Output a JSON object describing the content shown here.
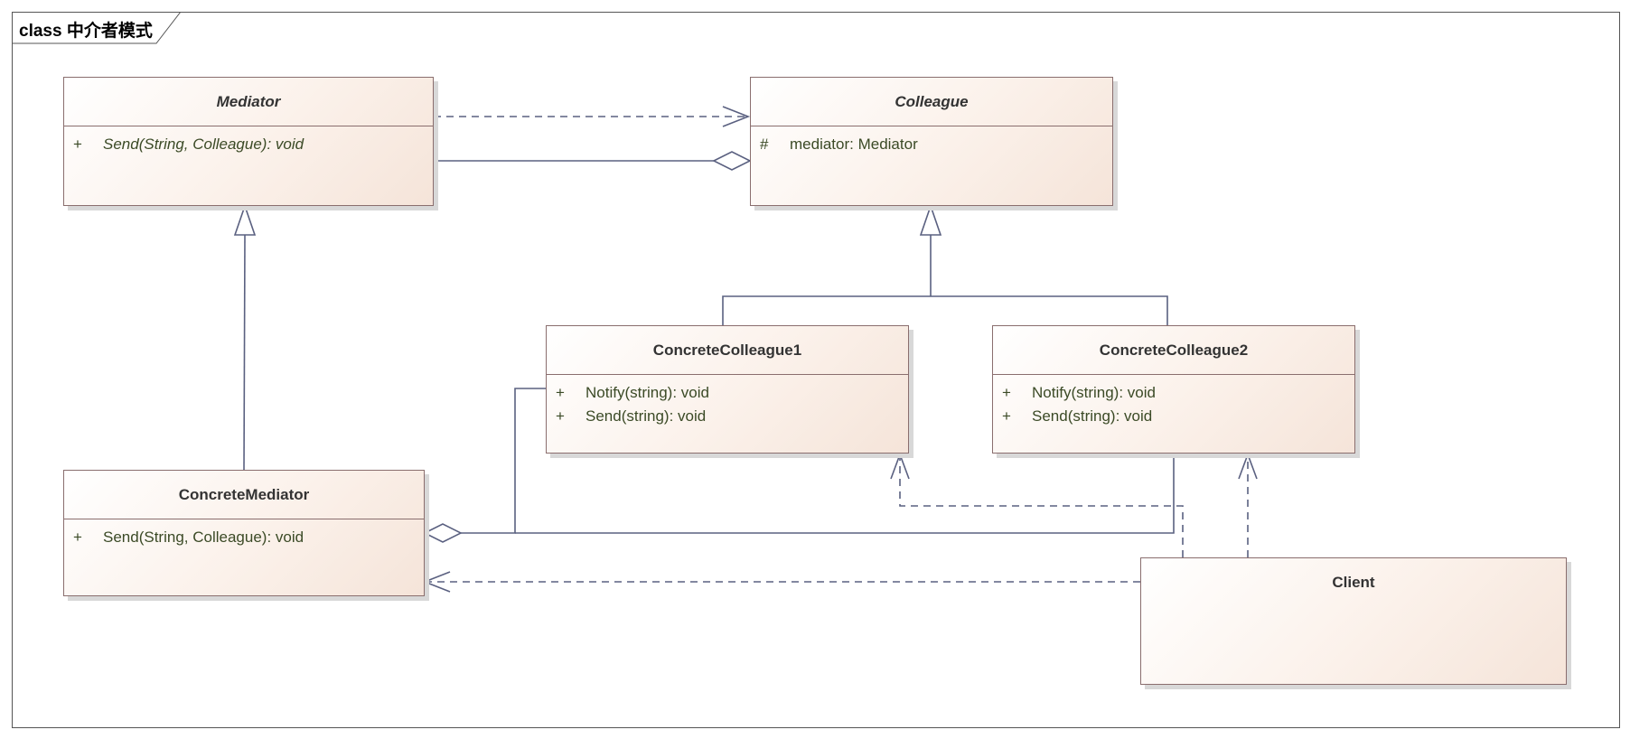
{
  "diagram": {
    "frame_label": "class 中介者模式",
    "line_color": "#5a6080",
    "classes": {
      "mediator": {
        "name": "Mediator",
        "members": [
          {
            "visibility": "+",
            "signature": "Send(String, Colleague): void"
          }
        ]
      },
      "colleague": {
        "name": "Colleague",
        "members": [
          {
            "visibility": "#",
            "signature": "mediator: Mediator"
          }
        ]
      },
      "concrete_colleague1": {
        "name": "ConcreteColleague1",
        "members": [
          {
            "visibility": "+",
            "signature": "Notify(string): void"
          },
          {
            "visibility": "+",
            "signature": "Send(string): void"
          }
        ]
      },
      "concrete_colleague2": {
        "name": "ConcreteColleague2",
        "members": [
          {
            "visibility": "+",
            "signature": "Notify(string): void"
          },
          {
            "visibility": "+",
            "signature": "Send(string): void"
          }
        ]
      },
      "concrete_mediator": {
        "name": "ConcreteMediator",
        "members": [
          {
            "visibility": "+",
            "signature": "Send(String, Colleague): void"
          }
        ]
      },
      "client": {
        "name": "Client",
        "members": []
      }
    }
  }
}
